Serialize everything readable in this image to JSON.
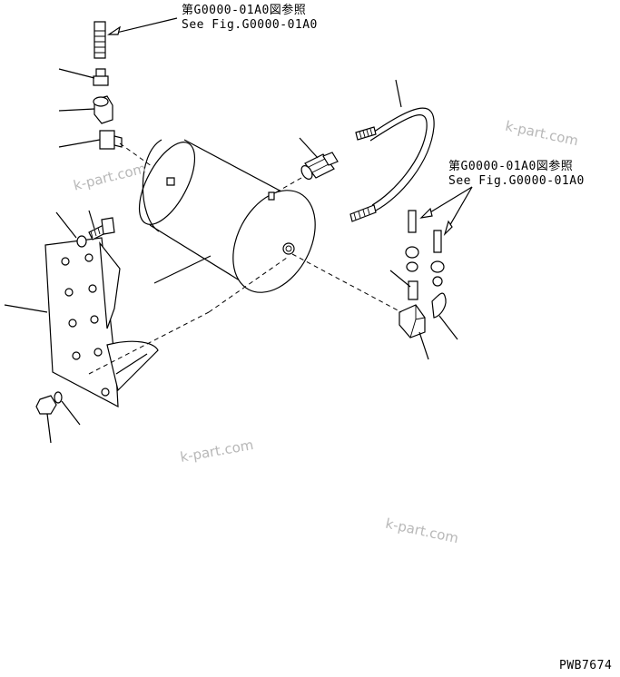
{
  "references": {
    "top": {
      "jp": "第G0000-01A0図参照",
      "en": "See Fig.G0000-01A0"
    },
    "right": {
      "jp": "第G0000-01A0図参照",
      "en": "See Fig.G0000-01A0"
    }
  },
  "watermarks": [
    "k-part.com",
    "k-part.com",
    "k-part.com",
    "k-part.com"
  ],
  "drawing_code": "PWB7674"
}
